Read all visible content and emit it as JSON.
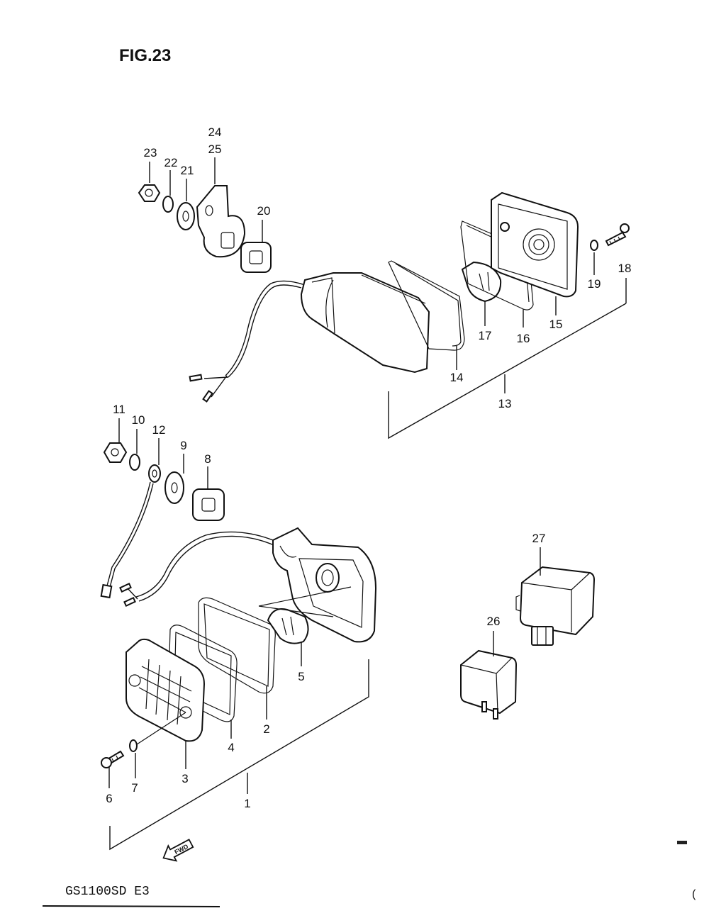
{
  "figure_title": "FIG.23",
  "model_code": "GS1100SD E3",
  "fwd_arrow": "FWD",
  "callouts": [
    "1",
    "2",
    "3",
    "4",
    "5",
    "6",
    "7",
    "8",
    "9",
    "10",
    "11",
    "12",
    "13",
    "14",
    "15",
    "16",
    "17",
    "18",
    "19",
    "20",
    "21",
    "22",
    "23",
    "24",
    "25",
    "26",
    "27"
  ],
  "stray_mark": "("
}
